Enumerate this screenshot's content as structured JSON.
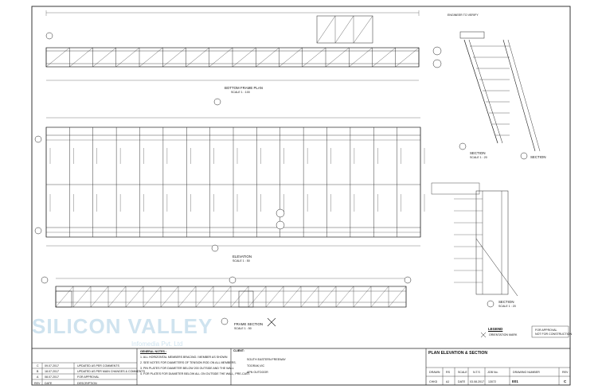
{
  "sheet": {
    "drawing_title": "PLAN ELEVATION & SECTION",
    "client_label": "CLIENT:",
    "client_lines": [
      "SOUTH EASTERN FREEWAY",
      "TOORAK,VIC",
      "APN OUTDOOR"
    ],
    "general_notes_label": "GENERAL NOTES :",
    "notes": [
      "1. ALL HORIZONTAL MEMBERS BRACING / MEMBER AS SHOWN",
      "2. SEE NOTES FOR DIAMETERS OF TENSION ROD ON ALL MEMBERS.",
      "3. PIN PLATES FOR DIAMETER BELOW 200 OUTSIDE AND THE WALL",
      "4. FOR PLATES FOR DIAMETER BELOW ALL ON OUTSIDE THE WALL, PRE-CAST."
    ],
    "header_cells": [
      "DRAWN",
      "RS",
      "SCALE",
      "N.T.S",
      "JOB No.",
      "DRAWING NUMBER",
      "REV"
    ],
    "value_cells": [
      "CHKD",
      "AJ",
      "DATE",
      "03.08.2017",
      "13072",
      "E01",
      "C"
    ],
    "revisions": [
      {
        "rev": "C",
        "date": "09.07.2017",
        "desc": "UPDATED AS PER COMMENTS"
      },
      {
        "rev": "B",
        "date": "18.07.2017",
        "desc": "UPDATED AS PER MAIN CHANGES & COMMENTS"
      },
      {
        "rev": "A",
        "date": "08.07.2017",
        "desc": "FOR APPROVAL"
      }
    ],
    "rev_header": [
      "REV",
      "DATE",
      "DESCRIPTION"
    ],
    "legend_label": "LEGEND",
    "legend_item": "ORIENTATION MARK",
    "approval_note": [
      "FOR APPROVAL",
      "NOT FOR CONSTRUCTION"
    ],
    "engineer_note": "ENGINEER TO VERIFY"
  },
  "views": {
    "top_plan_label": "BOTTOM FRAME PLAN",
    "top_plan_scale": "SCALE 1 : 100",
    "middle_label": "ELEVATION",
    "middle_scale": "SCALE 1 : 50",
    "bottom_label": "FRAME SECTION",
    "bottom_scale": "SCALE 1 : 50",
    "right_section_top": "SECTION",
    "right_section_top_scale": "SCALE 1 : 20",
    "right_section_bottom": "SECTION",
    "right_section_bottom_scale": "SCALE 1 : 20"
  },
  "watermark": {
    "brand": "SILICON VALLEY",
    "sub": "Infomedia Pvt. Ltd"
  }
}
